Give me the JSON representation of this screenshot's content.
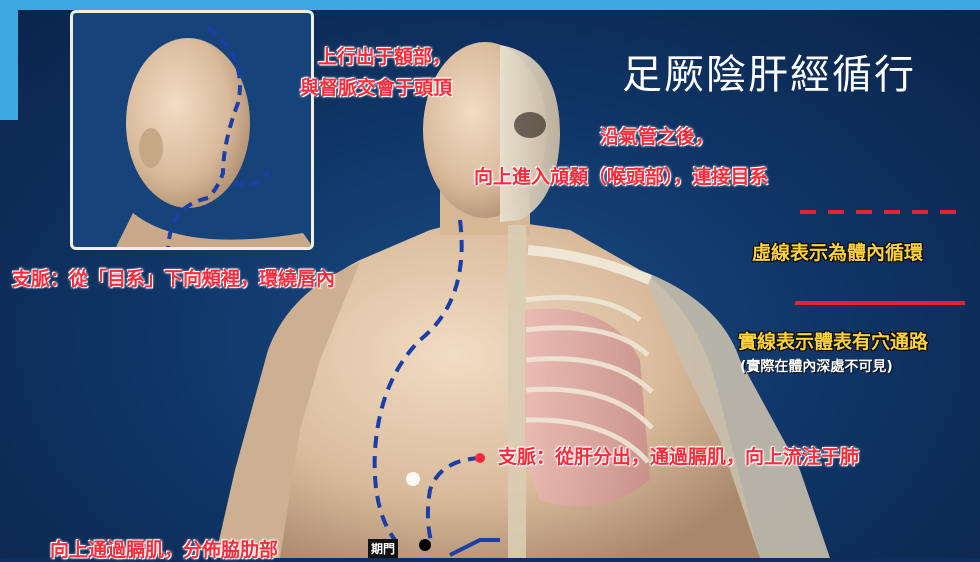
{
  "title": "足厥陰肝經循行",
  "labels": {
    "upward_forehead": "上行出于額部，",
    "meet_du": "與督脈交會于頭頂",
    "along_trachea": "沿氣管之後，",
    "into_throat": "向上進入頏顙（喉頭部），連接目系",
    "branch_eye": "支脈：從「目系」下向頰裡，環繞唇內",
    "branch_liver": "支脈：從肝分出，通過膈肌，向上流注于肺",
    "through_diaphragm": "向上通過膈肌，分佈脇肋部",
    "qimen": "期門"
  },
  "legend": {
    "dashed": "虛線表示為體內循環",
    "solid": "實線表示體表有穴通路",
    "solid_note": "(實際在體內深處不可見)"
  },
  "colors": {
    "background": "#0f3566",
    "meridian_line": "#1a3fa8",
    "label_red": "#ff2a3a",
    "label_yellow": "#ffd23c",
    "legend_line": "#e52230",
    "skin": "#e8cfb4",
    "frame": "#3fa7e1"
  }
}
